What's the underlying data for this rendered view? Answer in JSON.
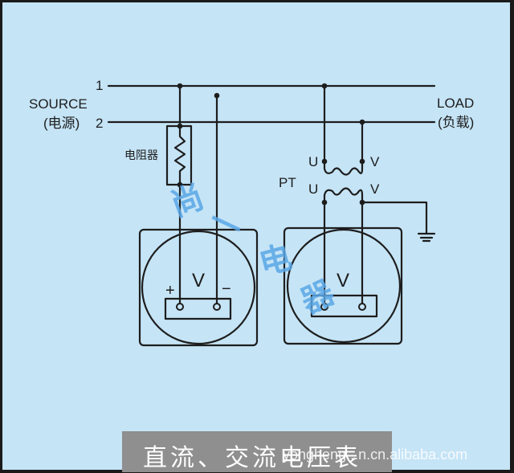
{
  "diagram": {
    "source_label": "SOURCE",
    "source_label_cn": "(电源)",
    "line1_label": "1",
    "line2_label": "2",
    "load_label": "LOAD",
    "load_label_cn": "(负载)",
    "resistor_label": "电阻器",
    "pt_label": "PT",
    "pt_primary_u": "U",
    "pt_primary_v": "V",
    "pt_secondary_u": "U",
    "pt_secondary_v": "V",
    "dc_meter": {
      "symbol": "V",
      "plus": "+",
      "minus": "−"
    },
    "ac_meter": {
      "symbol": "V"
    },
    "colors": {
      "background": "#c5e4f6",
      "wire": "#1d1d1d",
      "caption_bg": "#8f8f8f",
      "watermark": "#5aa7e6"
    }
  },
  "watermark": {
    "chars": [
      "尚",
      "一",
      "电",
      "器"
    ]
  },
  "caption": {
    "title": "直流、交流电压表",
    "site": "yongheng...n.cn.alibaba.com"
  }
}
